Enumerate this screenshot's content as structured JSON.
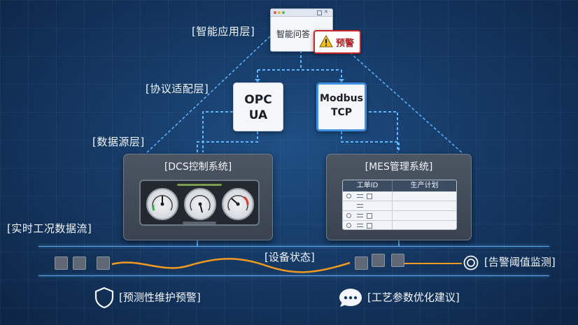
{
  "layers": {
    "app": "[智能应用层]",
    "protocol": "[协议适配层]",
    "data_source": "[数据源层]",
    "realtime": "[实时工况数据流]"
  },
  "app_window": {
    "title": "智能问答",
    "badge": "预警"
  },
  "protocols": {
    "opc": {
      "line1": "OPC",
      "line2": "UA"
    },
    "modbus": {
      "line1": "Modbus",
      "line2": "TCP"
    }
  },
  "systems": {
    "dcs": {
      "title": "[DCS控制系统]"
    },
    "mes": {
      "title": "[MES管理系统]",
      "columns": [
        "工单ID",
        "生产计划"
      ]
    }
  },
  "stream": {
    "status": "[设备状态]",
    "monitor": "[告警阈值监测]"
  },
  "features": {
    "predictive": "[预测性维护预警]",
    "process": "[工艺参数优化建议]"
  },
  "colors": {
    "accent_blue": "#3f8fe0",
    "warning_red": "#c8262b",
    "stream_orange": "#f29a1f"
  },
  "icons": [
    "warning-triangle-icon",
    "shield-icon",
    "chat-bubble-icon",
    "target-icon",
    "gauge-icon"
  ]
}
